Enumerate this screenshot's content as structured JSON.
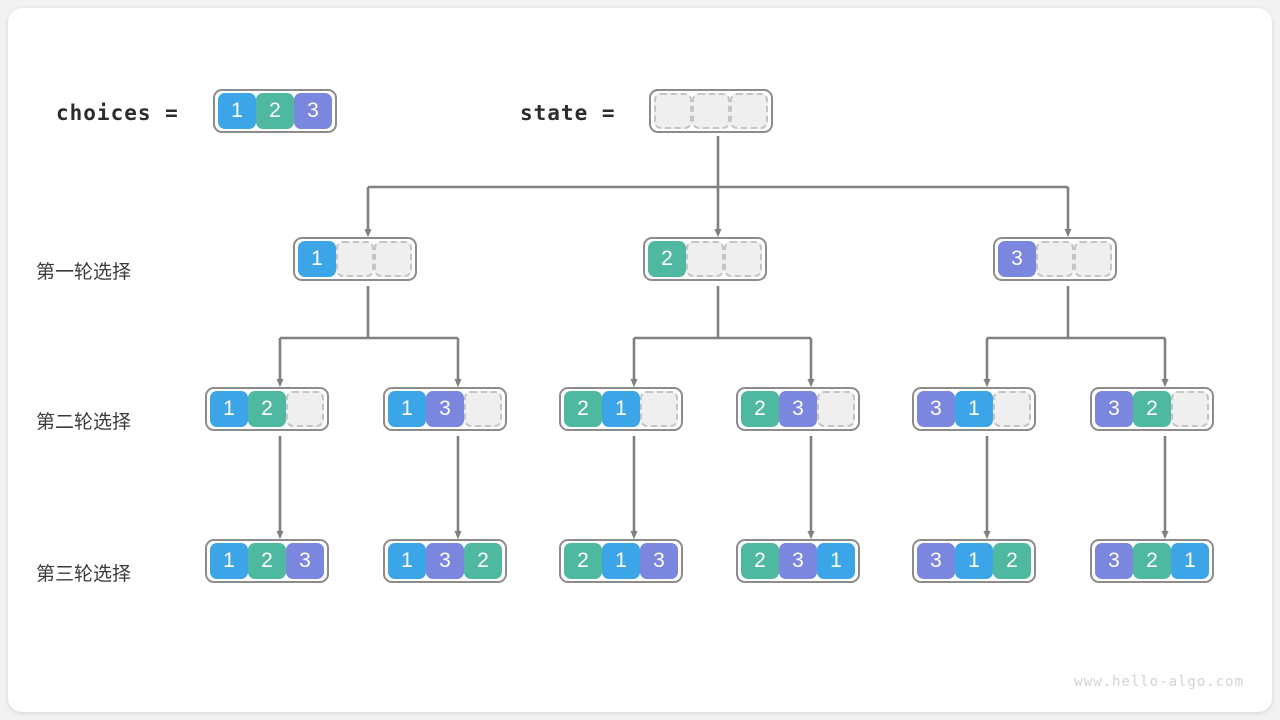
{
  "page": {
    "watermark": "www.hello-algo.com",
    "colors": {
      "value1": "#3ca5e8",
      "value2": "#4fb8a0",
      "value3": "#7b87de",
      "empty_fill": "#efefef",
      "empty_border": "#c4c4c4",
      "node_border": "#8c8c8c",
      "wire": "#808080",
      "card": "#ffffff",
      "background": "#f2f2f2"
    }
  },
  "header": {
    "choices_label": "choices =",
    "choices_values": [
      "1",
      "2",
      "3"
    ],
    "state_label": "state =",
    "state_values": [
      "",
      "",
      ""
    ]
  },
  "row_labels": [
    {
      "text": "第一轮选择"
    },
    {
      "text": "第二轮选择"
    },
    {
      "text": "第三轮选择"
    }
  ],
  "levels": [
    {
      "name": "level-1",
      "label": "第一轮选择",
      "nodes": [
        {
          "values": [
            "1",
            "",
            ""
          ]
        },
        {
          "values": [
            "2",
            "",
            ""
          ]
        },
        {
          "values": [
            "3",
            "",
            ""
          ]
        }
      ]
    },
    {
      "name": "level-2",
      "label": "第二轮选择",
      "nodes": [
        {
          "values": [
            "1",
            "2",
            ""
          ]
        },
        {
          "values": [
            "1",
            "3",
            ""
          ]
        },
        {
          "values": [
            "2",
            "1",
            ""
          ]
        },
        {
          "values": [
            "2",
            "3",
            ""
          ]
        },
        {
          "values": [
            "3",
            "1",
            ""
          ]
        },
        {
          "values": [
            "3",
            "2",
            ""
          ]
        }
      ]
    },
    {
      "name": "level-3",
      "label": "第三轮选择",
      "nodes": [
        {
          "values": [
            "1",
            "2",
            "3"
          ]
        },
        {
          "values": [
            "1",
            "3",
            "2"
          ]
        },
        {
          "values": [
            "2",
            "1",
            "3"
          ]
        },
        {
          "values": [
            "2",
            "3",
            "1"
          ]
        },
        {
          "values": [
            "3",
            "1",
            "2"
          ]
        },
        {
          "values": [
            "3",
            "2",
            "1"
          ]
        }
      ]
    }
  ]
}
